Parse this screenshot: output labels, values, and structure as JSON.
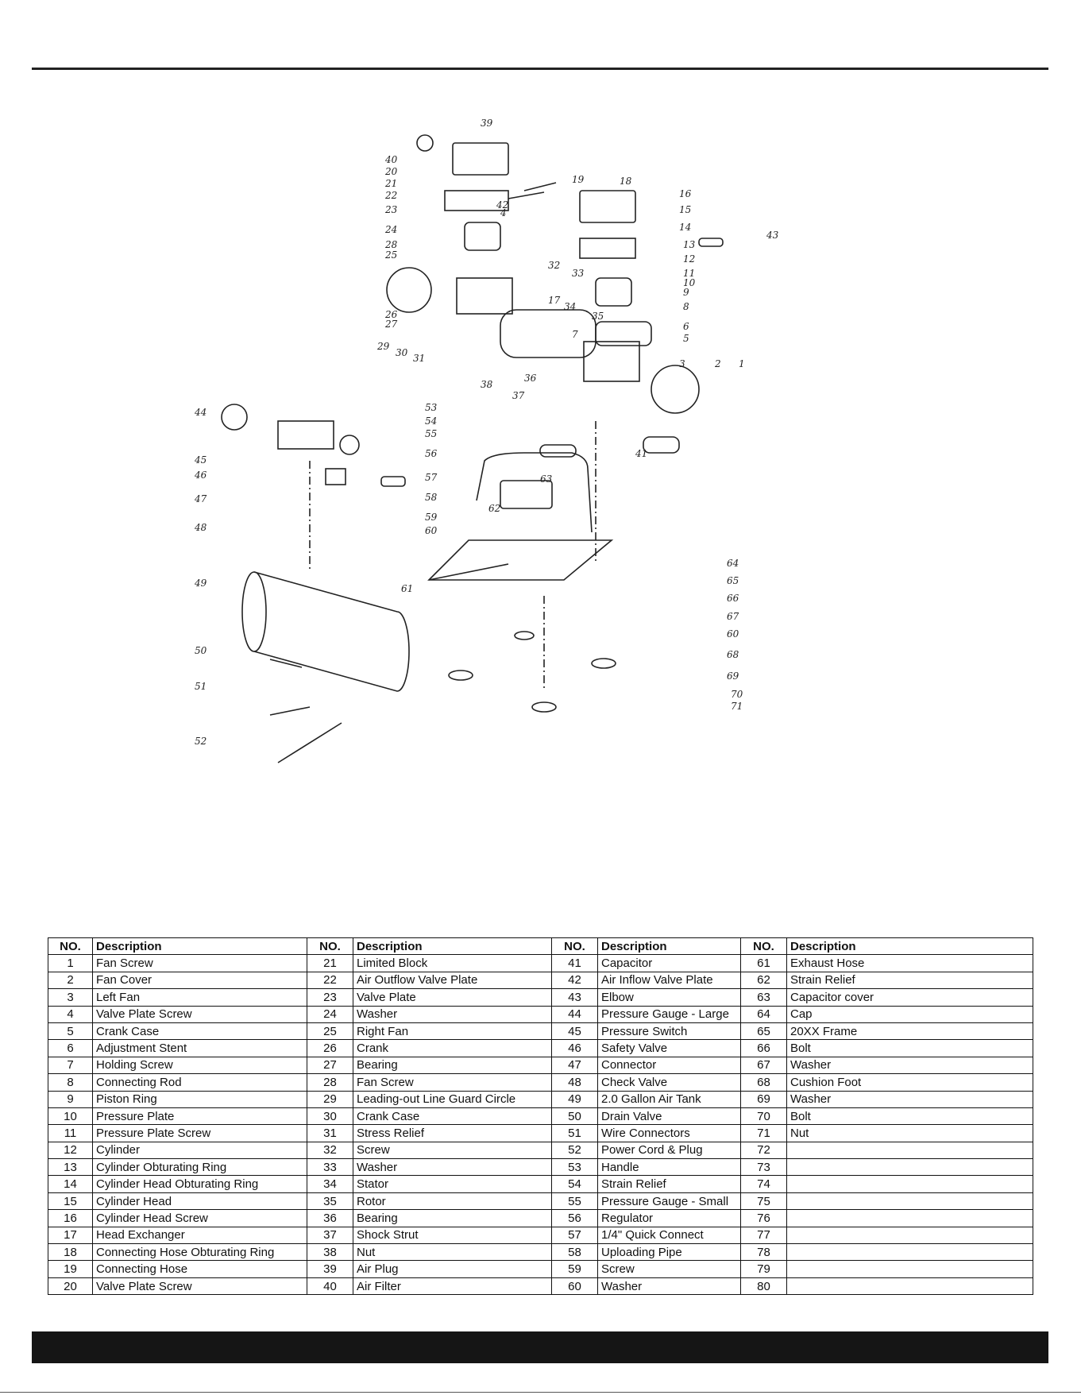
{
  "table": {
    "headers": [
      "NO.",
      "Description",
      "NO.",
      "Description",
      "NO.",
      "Description",
      "NO.",
      "Description"
    ],
    "rows": [
      [
        "1",
        "Fan Screw",
        "21",
        "Limited Block",
        "41",
        "Capacitor",
        "61",
        "Exhaust Hose"
      ],
      [
        "2",
        "Fan Cover",
        "22",
        "Air Outflow Valve Plate",
        "42",
        "Air Inflow Valve Plate",
        "62",
        "Strain Relief"
      ],
      [
        "3",
        "Left Fan",
        "23",
        "Valve Plate",
        "43",
        "Elbow",
        "63",
        "Capacitor cover"
      ],
      [
        "4",
        "Valve Plate Screw",
        "24",
        "Washer",
        "44",
        "Pressure Gauge - Large",
        "64",
        "Cap"
      ],
      [
        "5",
        "Crank Case",
        "25",
        "Right Fan",
        "45",
        "Pressure Switch",
        "65",
        "20XX Frame"
      ],
      [
        "6",
        "Adjustment Stent",
        "26",
        "Crank",
        "46",
        "Safety Valve",
        "66",
        "Bolt"
      ],
      [
        "7",
        "Holding Screw",
        "27",
        "Bearing",
        "47",
        "Connector",
        "67",
        "Washer"
      ],
      [
        "8",
        "Connecting Rod",
        "28",
        "Fan Screw",
        "48",
        "Check Valve",
        "68",
        "Cushion Foot"
      ],
      [
        "9",
        "Piston Ring",
        "29",
        "Leading-out Line Guard Circle",
        "49",
        "2.0 Gallon Air Tank",
        "69",
        "Washer"
      ],
      [
        "10",
        "Pressure Plate",
        "30",
        "Crank Case",
        "50",
        "Drain Valve",
        "70",
        "Bolt"
      ],
      [
        "11",
        "Pressure Plate Screw",
        "31",
        "Stress Relief",
        "51",
        "Wire Connectors",
        "71",
        "Nut"
      ],
      [
        "12",
        "Cylinder",
        "32",
        "Screw",
        "52",
        "Power Cord & Plug",
        "72",
        ""
      ],
      [
        "13",
        "Cylinder Obturating Ring",
        "33",
        "Washer",
        "53",
        "Handle",
        "73",
        ""
      ],
      [
        "14",
        "Cylinder Head Obturating Ring",
        "34",
        "Stator",
        "54",
        "Strain Relief",
        "74",
        ""
      ],
      [
        "15",
        "Cylinder Head",
        "35",
        "Rotor",
        "55",
        "Pressure Gauge - Small",
        "75",
        ""
      ],
      [
        "16",
        "Cylinder Head Screw",
        "36",
        "Bearing",
        "56",
        "Regulator",
        "76",
        ""
      ],
      [
        "17",
        "Head Exchanger",
        "37",
        "Shock Strut",
        "57",
        "1/4\" Quick Connect",
        "77",
        ""
      ],
      [
        "18",
        "Connecting Hose Obturating Ring",
        "38",
        "Nut",
        "58",
        "Uploading Pipe",
        "78",
        ""
      ],
      [
        "19",
        "Connecting Hose",
        "39",
        "Air Plug",
        "59",
        "Screw",
        "79",
        ""
      ],
      [
        "20",
        "Valve Plate Screw",
        "40",
        "Air Filter",
        "60",
        "Washer",
        "80",
        ""
      ]
    ]
  },
  "diagram_callouts": [
    "1",
    "2",
    "3",
    "4",
    "5",
    "6",
    "7",
    "8",
    "9",
    "10",
    "11",
    "12",
    "13",
    "14",
    "15",
    "16",
    "17",
    "18",
    "19",
    "20",
    "21",
    "22",
    "23",
    "24",
    "25",
    "26",
    "27",
    "28",
    "29",
    "30",
    "31",
    "32",
    "33",
    "34",
    "35",
    "36",
    "37",
    "38",
    "39",
    "40",
    "41",
    "42",
    "43",
    "44",
    "45",
    "46",
    "47",
    "48",
    "49",
    "50",
    "51",
    "52",
    "53",
    "54",
    "55",
    "56",
    "57",
    "58",
    "59",
    "60",
    "61",
    "62",
    "63",
    "64",
    "65",
    "66",
    "67",
    "60",
    "68",
    "69",
    "70",
    "71"
  ]
}
